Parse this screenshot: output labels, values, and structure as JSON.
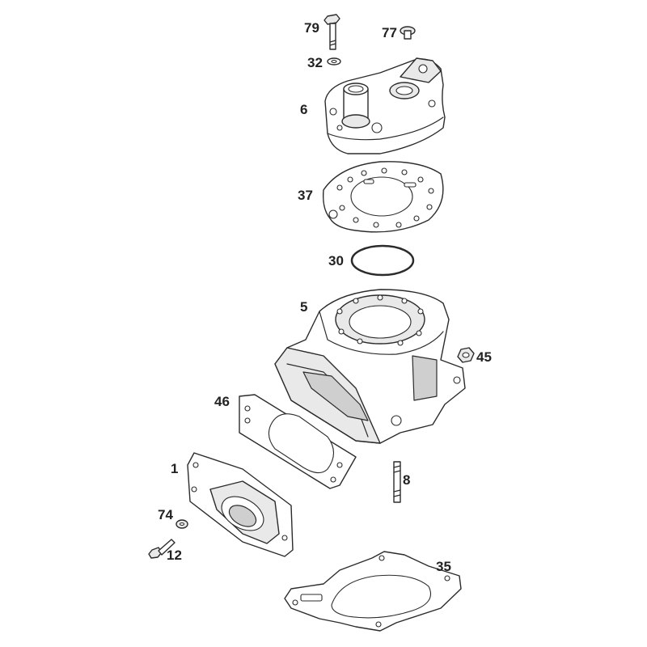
{
  "parts": [
    {
      "id": "bolt-79",
      "number": "79"
    },
    {
      "id": "screw-77",
      "number": "77"
    },
    {
      "id": "washer-32",
      "number": "32"
    },
    {
      "id": "cylinder-head-6",
      "number": "6"
    },
    {
      "id": "head-gasket-37",
      "number": "37"
    },
    {
      "id": "o-ring-30",
      "number": "30"
    },
    {
      "id": "cylinder-5",
      "number": "5"
    },
    {
      "id": "nut-45",
      "number": "45"
    },
    {
      "id": "intake-gasket-46",
      "number": "46"
    },
    {
      "id": "intake-flange-1",
      "number": "1"
    },
    {
      "id": "stud-8",
      "number": "8"
    },
    {
      "id": "washer-74",
      "number": "74"
    },
    {
      "id": "bolt-12",
      "number": "12"
    },
    {
      "id": "base-gasket-35",
      "number": "35"
    }
  ]
}
